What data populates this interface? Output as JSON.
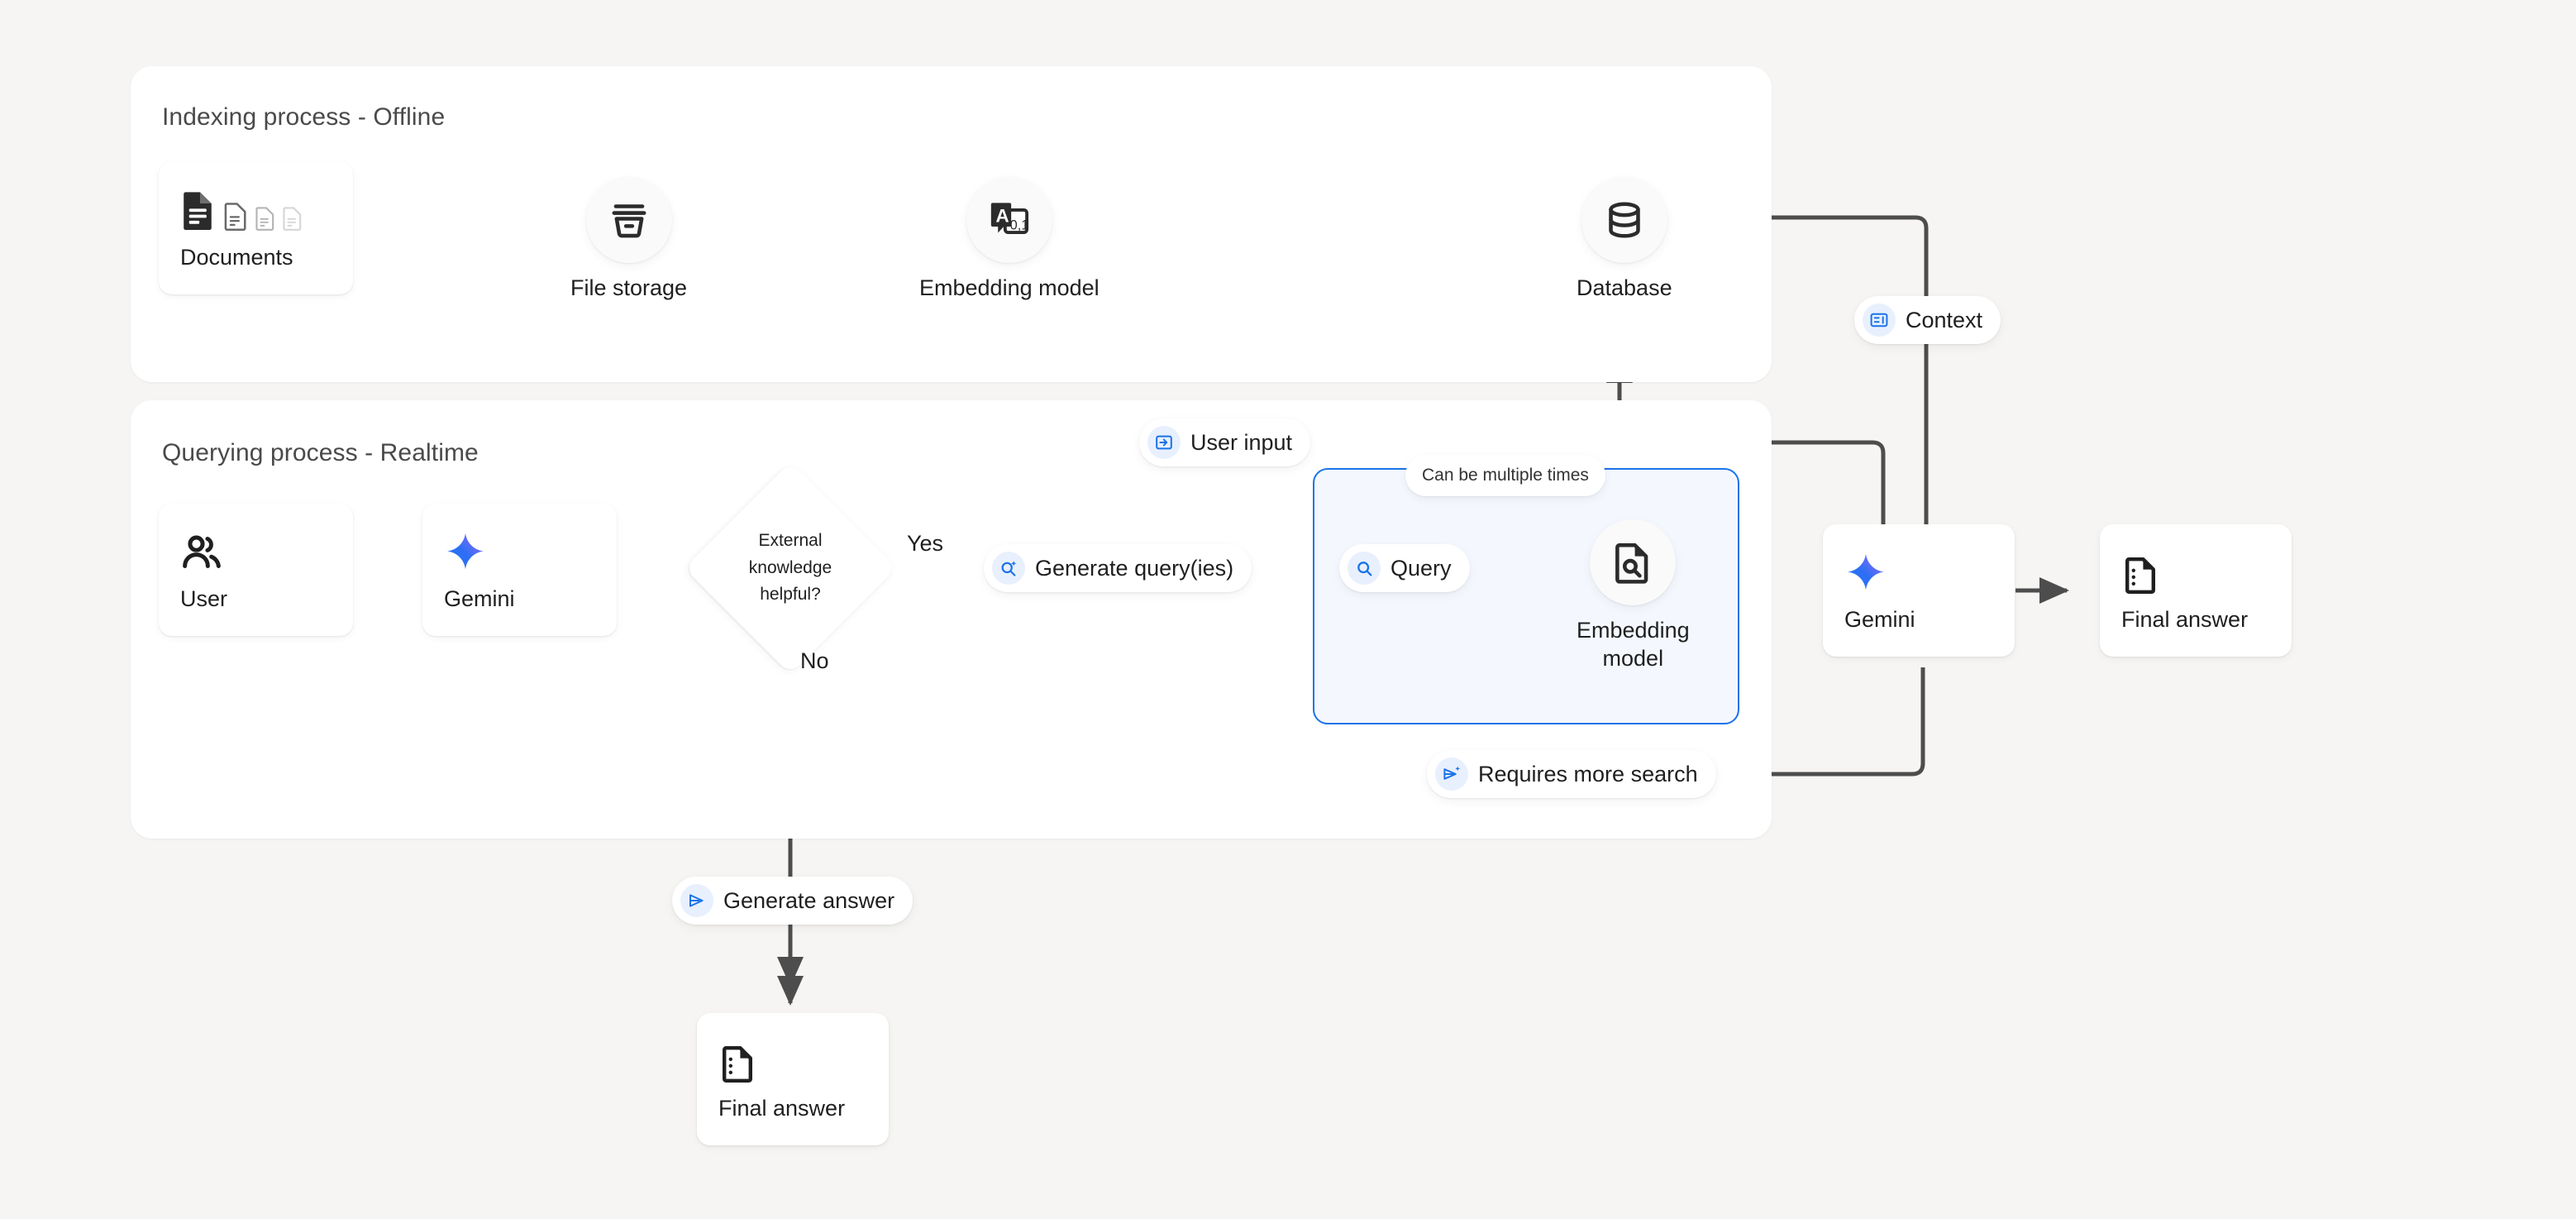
{
  "canvas": {
    "background": "#f6f5f3"
  },
  "colors": {
    "wire": "#4d4d4d",
    "accent_blue": "#1a73e8",
    "blue_fill": "#f4f8fe",
    "badge_icon_bg": "#e8f0fe",
    "panel": "#ffffff",
    "gemini_from": "#1b6ef3",
    "gemini_to": "#9b72f2"
  },
  "panels": [
    {
      "id": "indexing",
      "title": "Indexing process - Offline"
    },
    {
      "id": "querying",
      "title": "Querying process - Realtime"
    }
  ],
  "indexing": {
    "documents": {
      "label": "Documents",
      "icon": "documents-icon",
      "doc_count": 4
    },
    "file_storage": {
      "label": "File storage",
      "icon": "file-storage-icon"
    },
    "embedding_model": {
      "label": "Embedding model",
      "icon": "embedding-model-icon",
      "icon_text": "A",
      "icon_subtext": "0,1"
    },
    "database": {
      "label": "Database",
      "icon": "database-icon"
    }
  },
  "querying": {
    "user": {
      "label": "User",
      "icon": "user-icon"
    },
    "gemini_left": {
      "label": "Gemini",
      "icon": "gemini-sparkle-icon"
    },
    "decision": {
      "label": "External\nknowledge\nhelpful?"
    },
    "branch_yes": "Yes",
    "branch_no": "No",
    "generate_queries": {
      "label": "Generate query(ies)",
      "icon": "search-sparkle-icon"
    },
    "loop_note": "Can be multiple times",
    "query": {
      "label": "Query",
      "icon": "search-icon"
    },
    "embedding_model": {
      "label": "Embedding\nmodel",
      "icon": "document-search-icon"
    },
    "requires_more_search": {
      "label": "Requires more search",
      "icon": "send-sparkle-icon"
    },
    "gemini_right": {
      "label": "Gemini",
      "icon": "gemini-sparkle-icon"
    },
    "final_answer_right": {
      "label": "Final answer",
      "icon": "final-answer-icon"
    },
    "generate_answer": {
      "label": "Generate answer",
      "icon": "send-icon"
    },
    "final_answer_bottom": {
      "label": "Final answer",
      "icon": "final-answer-icon"
    },
    "user_input": {
      "label": "User input",
      "icon": "input-arrow-icon"
    },
    "context": {
      "label": "Context",
      "icon": "context-panel-icon"
    }
  }
}
